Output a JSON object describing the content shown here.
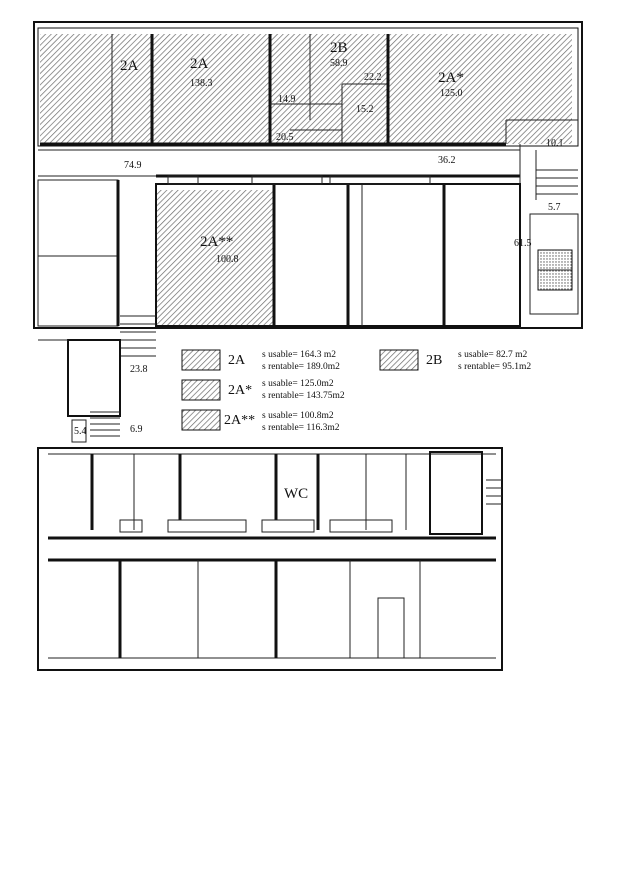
{
  "upper_floor": {
    "units": [
      {
        "code": "2A",
        "area": "138.3"
      },
      {
        "code": "2B",
        "area": "58.9"
      },
      {
        "code": "2A*",
        "area": "125.0"
      },
      {
        "code": "2A**",
        "area": "100.8"
      }
    ],
    "small_areas": [
      "14.9",
      "20.5",
      "22.2",
      "15.2"
    ],
    "corridor_areas": [
      "74.9",
      "36.2",
      "10.1",
      "5.7",
      "61.5",
      "23.8",
      "5.4",
      "6.9"
    ]
  },
  "legend": {
    "items": [
      {
        "code": "2A",
        "usable": "s usable= 164.3 m2",
        "rentable": "s rentable= 189.0m2"
      },
      {
        "code": "2B",
        "usable": "s usable= 82.7 m2",
        "rentable": "s rentable= 95.1m2"
      },
      {
        "code": "2A*",
        "usable": "s usable= 125.0m2",
        "rentable": "s rentable= 143.75m2"
      },
      {
        "code": "2A**",
        "usable": "s usable= 100.8m2",
        "rentable": "s rentable= 116.3m2"
      }
    ]
  },
  "lower_floor": {
    "room_labels": [
      "WC"
    ]
  },
  "colors": {
    "line": "#111111",
    "hatch": "#6a6a6a",
    "background": "#ffffff"
  }
}
